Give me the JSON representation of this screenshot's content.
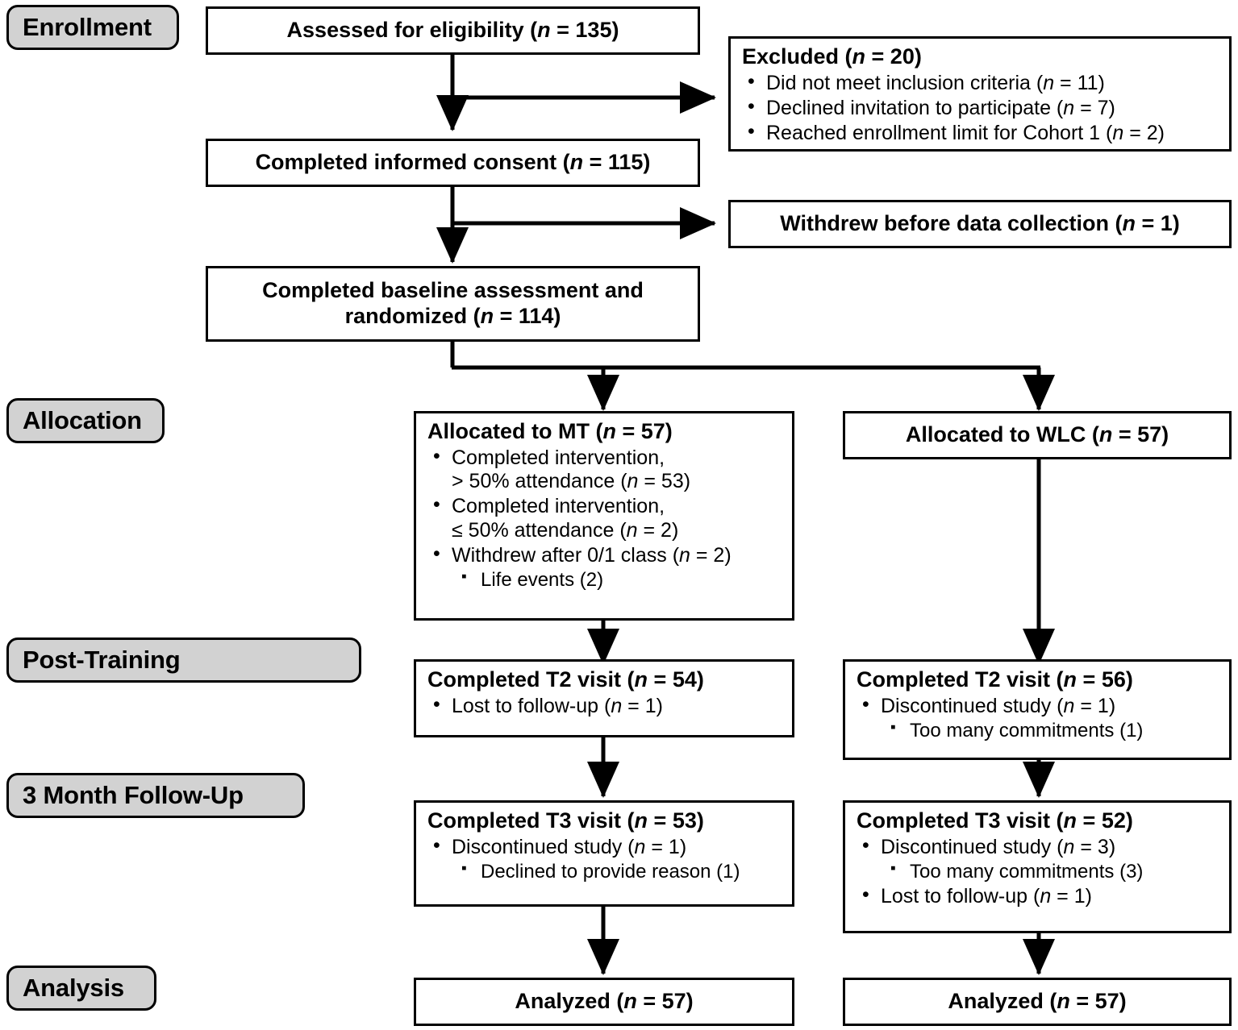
{
  "figure": {
    "type": "consort-flow-diagram",
    "title": "CONSORT participant flow diagram"
  },
  "stages": [
    {
      "key": "enrollment",
      "label": "Enrollment"
    },
    {
      "key": "allocation",
      "label": "Allocation"
    },
    {
      "key": "post_training",
      "label": "Post-Training"
    },
    {
      "key": "follow_up",
      "label": "3 Month Follow-Up"
    },
    {
      "key": "analysis",
      "label": "Analysis"
    }
  ],
  "nodes": {
    "assessed": {
      "title": "Assessed for eligibility (n = 135)"
    },
    "excluded": {
      "title": "Excluded (n = 20)",
      "bullets": [
        "Did not meet inclusion criteria (n = 11)",
        "Declined invitation to participate (n = 7)",
        "Reached enrollment limit for Cohort 1 (n = 2)"
      ]
    },
    "consent": {
      "title": "Completed informed consent (n = 115)"
    },
    "withdrew_before": {
      "title": "Withdrew before data collection (n = 1)"
    },
    "baseline": {
      "title": "Completed baseline assessment and randomized (n = 114)"
    },
    "alloc_mt": {
      "title": "Allocated to MT (n = 57)",
      "bullets": [
        "Completed intervention,\n> 50% attendance (n = 53)",
        "Completed intervention,\n≤ 50% attendance (n = 2)",
        "Withdrew after 0/1 class (n = 2)",
        "Life events (2)"
      ],
      "sub_flags": [
        false,
        false,
        false,
        true
      ]
    },
    "alloc_wlc": {
      "title": "Allocated to WLC (n = 57)",
      "bullets": [],
      "sub_flags": []
    },
    "t2_mt": {
      "title": "Completed T2 visit (n = 54)",
      "bullets": [
        "Lost to follow-up (n = 1)"
      ],
      "sub_flags": [
        false
      ]
    },
    "t2_wlc": {
      "title": "Completed T2 visit (n = 56)",
      "bullets": [
        "Discontinued study (n = 1)",
        "Too many commitments (1)"
      ],
      "sub_flags": [
        false,
        true
      ]
    },
    "t3_mt": {
      "title": "Completed T3 visit (n = 53)",
      "bullets": [
        "Discontinued study (n = 1)",
        "Declined to provide reason (1)"
      ],
      "sub_flags": [
        false,
        true
      ]
    },
    "t3_wlc": {
      "title": "Completed T3 visit (n = 52)",
      "bullets": [
        "Discontinued study (n = 3)",
        "Too many commitments (3)",
        "Lost to follow-up (n = 1)"
      ],
      "sub_flags": [
        false,
        true,
        false
      ]
    },
    "analyzed_mt": {
      "title": "Analyzed (n = 57)"
    },
    "analyzed_wlc": {
      "title": "Analyzed (n = 57)"
    }
  },
  "colors": {
    "stage_fill": "#d2d2d2",
    "stroke": "#000000",
    "node_fill": "#ffffff",
    "background": "#ffffff"
  }
}
